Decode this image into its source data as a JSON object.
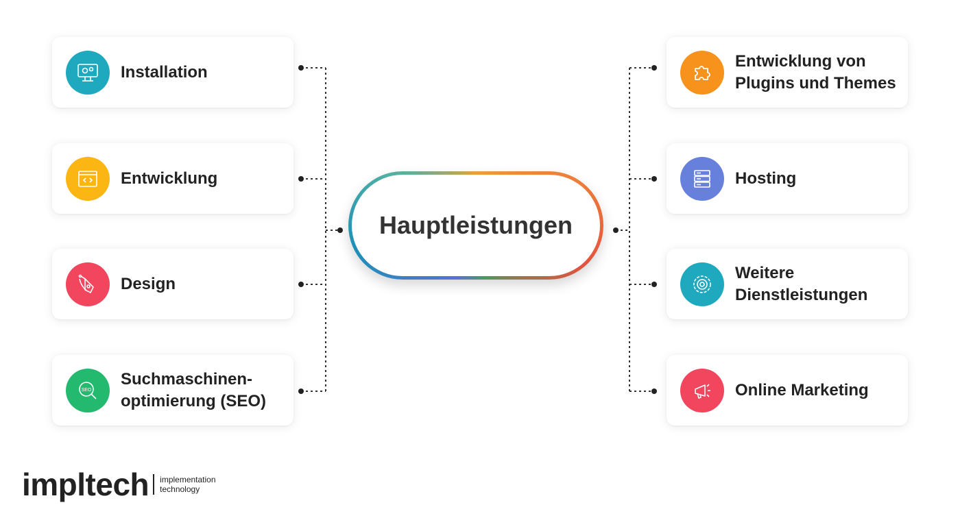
{
  "hub": {
    "label": "Hauptleistungen"
  },
  "left_items": [
    {
      "label": "Installation",
      "icon": "monitor-gears-icon",
      "color": "#1fa9bf"
    },
    {
      "label": "Entwicklung",
      "icon": "code-window-icon",
      "color": "#fbb614"
    },
    {
      "label": "Design",
      "icon": "pen-tool-icon",
      "color": "#f1465d"
    },
    {
      "label": "Suchmaschinen-\noptimierung (SEO)",
      "icon": "seo-magnifier-icon",
      "color": "#23b96f"
    }
  ],
  "right_items": [
    {
      "label": "Entwicklung von\nPlugins und Themes",
      "icon": "puzzle-icon",
      "color": "#f7931d"
    },
    {
      "label": "Hosting",
      "icon": "server-icon",
      "color": "#6680dc"
    },
    {
      "label": "Weitere\nDienstleistungen",
      "icon": "settings-gear-icon",
      "color": "#1fa9bf"
    },
    {
      "label": "Online Marketing",
      "icon": "megaphone-icon",
      "color": "#f1465d"
    }
  ],
  "brand": {
    "name": "impltech",
    "tagline": "implementation\ntechnology"
  }
}
